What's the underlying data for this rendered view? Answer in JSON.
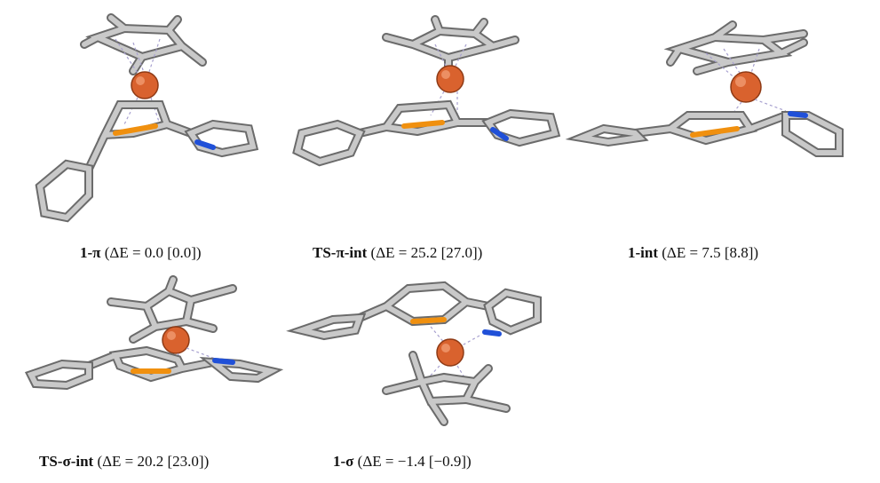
{
  "captions": [
    {
      "bold": "1-π",
      "rest": " (ΔE = 0.0 [0.0])"
    },
    {
      "bold": "TS-π-int",
      "rest": " (ΔE = 25.2 [27.0])"
    },
    {
      "bold": "1-int",
      "rest": " (ΔE = 7.5 [8.8])"
    },
    {
      "bold": "TS-σ-int",
      "rest": " (ΔE = 20.2 [23.0])"
    },
    {
      "bold": "1-σ",
      "rest": " (ΔE = −1.4 [−0.9])"
    }
  ],
  "colors": {
    "carbon_outer": "#6b6b6b",
    "carbon_inner": "#c9c9c9",
    "phosphorus": "#f0900f",
    "nitrogen": "#2050d8",
    "metal": "#d9622e",
    "interaction": "#a7a0cf"
  }
}
